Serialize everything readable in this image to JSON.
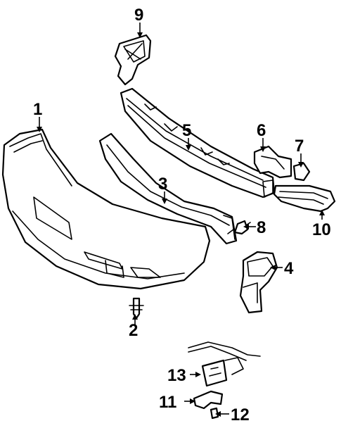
{
  "diagram": {
    "callouts": [
      {
        "id": "p1",
        "text": "1"
      },
      {
        "id": "p2",
        "text": "2"
      },
      {
        "id": "p3",
        "text": "3"
      },
      {
        "id": "p4",
        "text": "4"
      },
      {
        "id": "p5",
        "text": "5"
      },
      {
        "id": "p6",
        "text": "6"
      },
      {
        "id": "p7",
        "text": "7"
      },
      {
        "id": "p8",
        "text": "8"
      },
      {
        "id": "p9",
        "text": "9"
      },
      {
        "id": "p10",
        "text": "10"
      },
      {
        "id": "p11",
        "text": "11"
      },
      {
        "id": "p12",
        "text": "12"
      },
      {
        "id": "p13",
        "text": "13"
      }
    ]
  }
}
